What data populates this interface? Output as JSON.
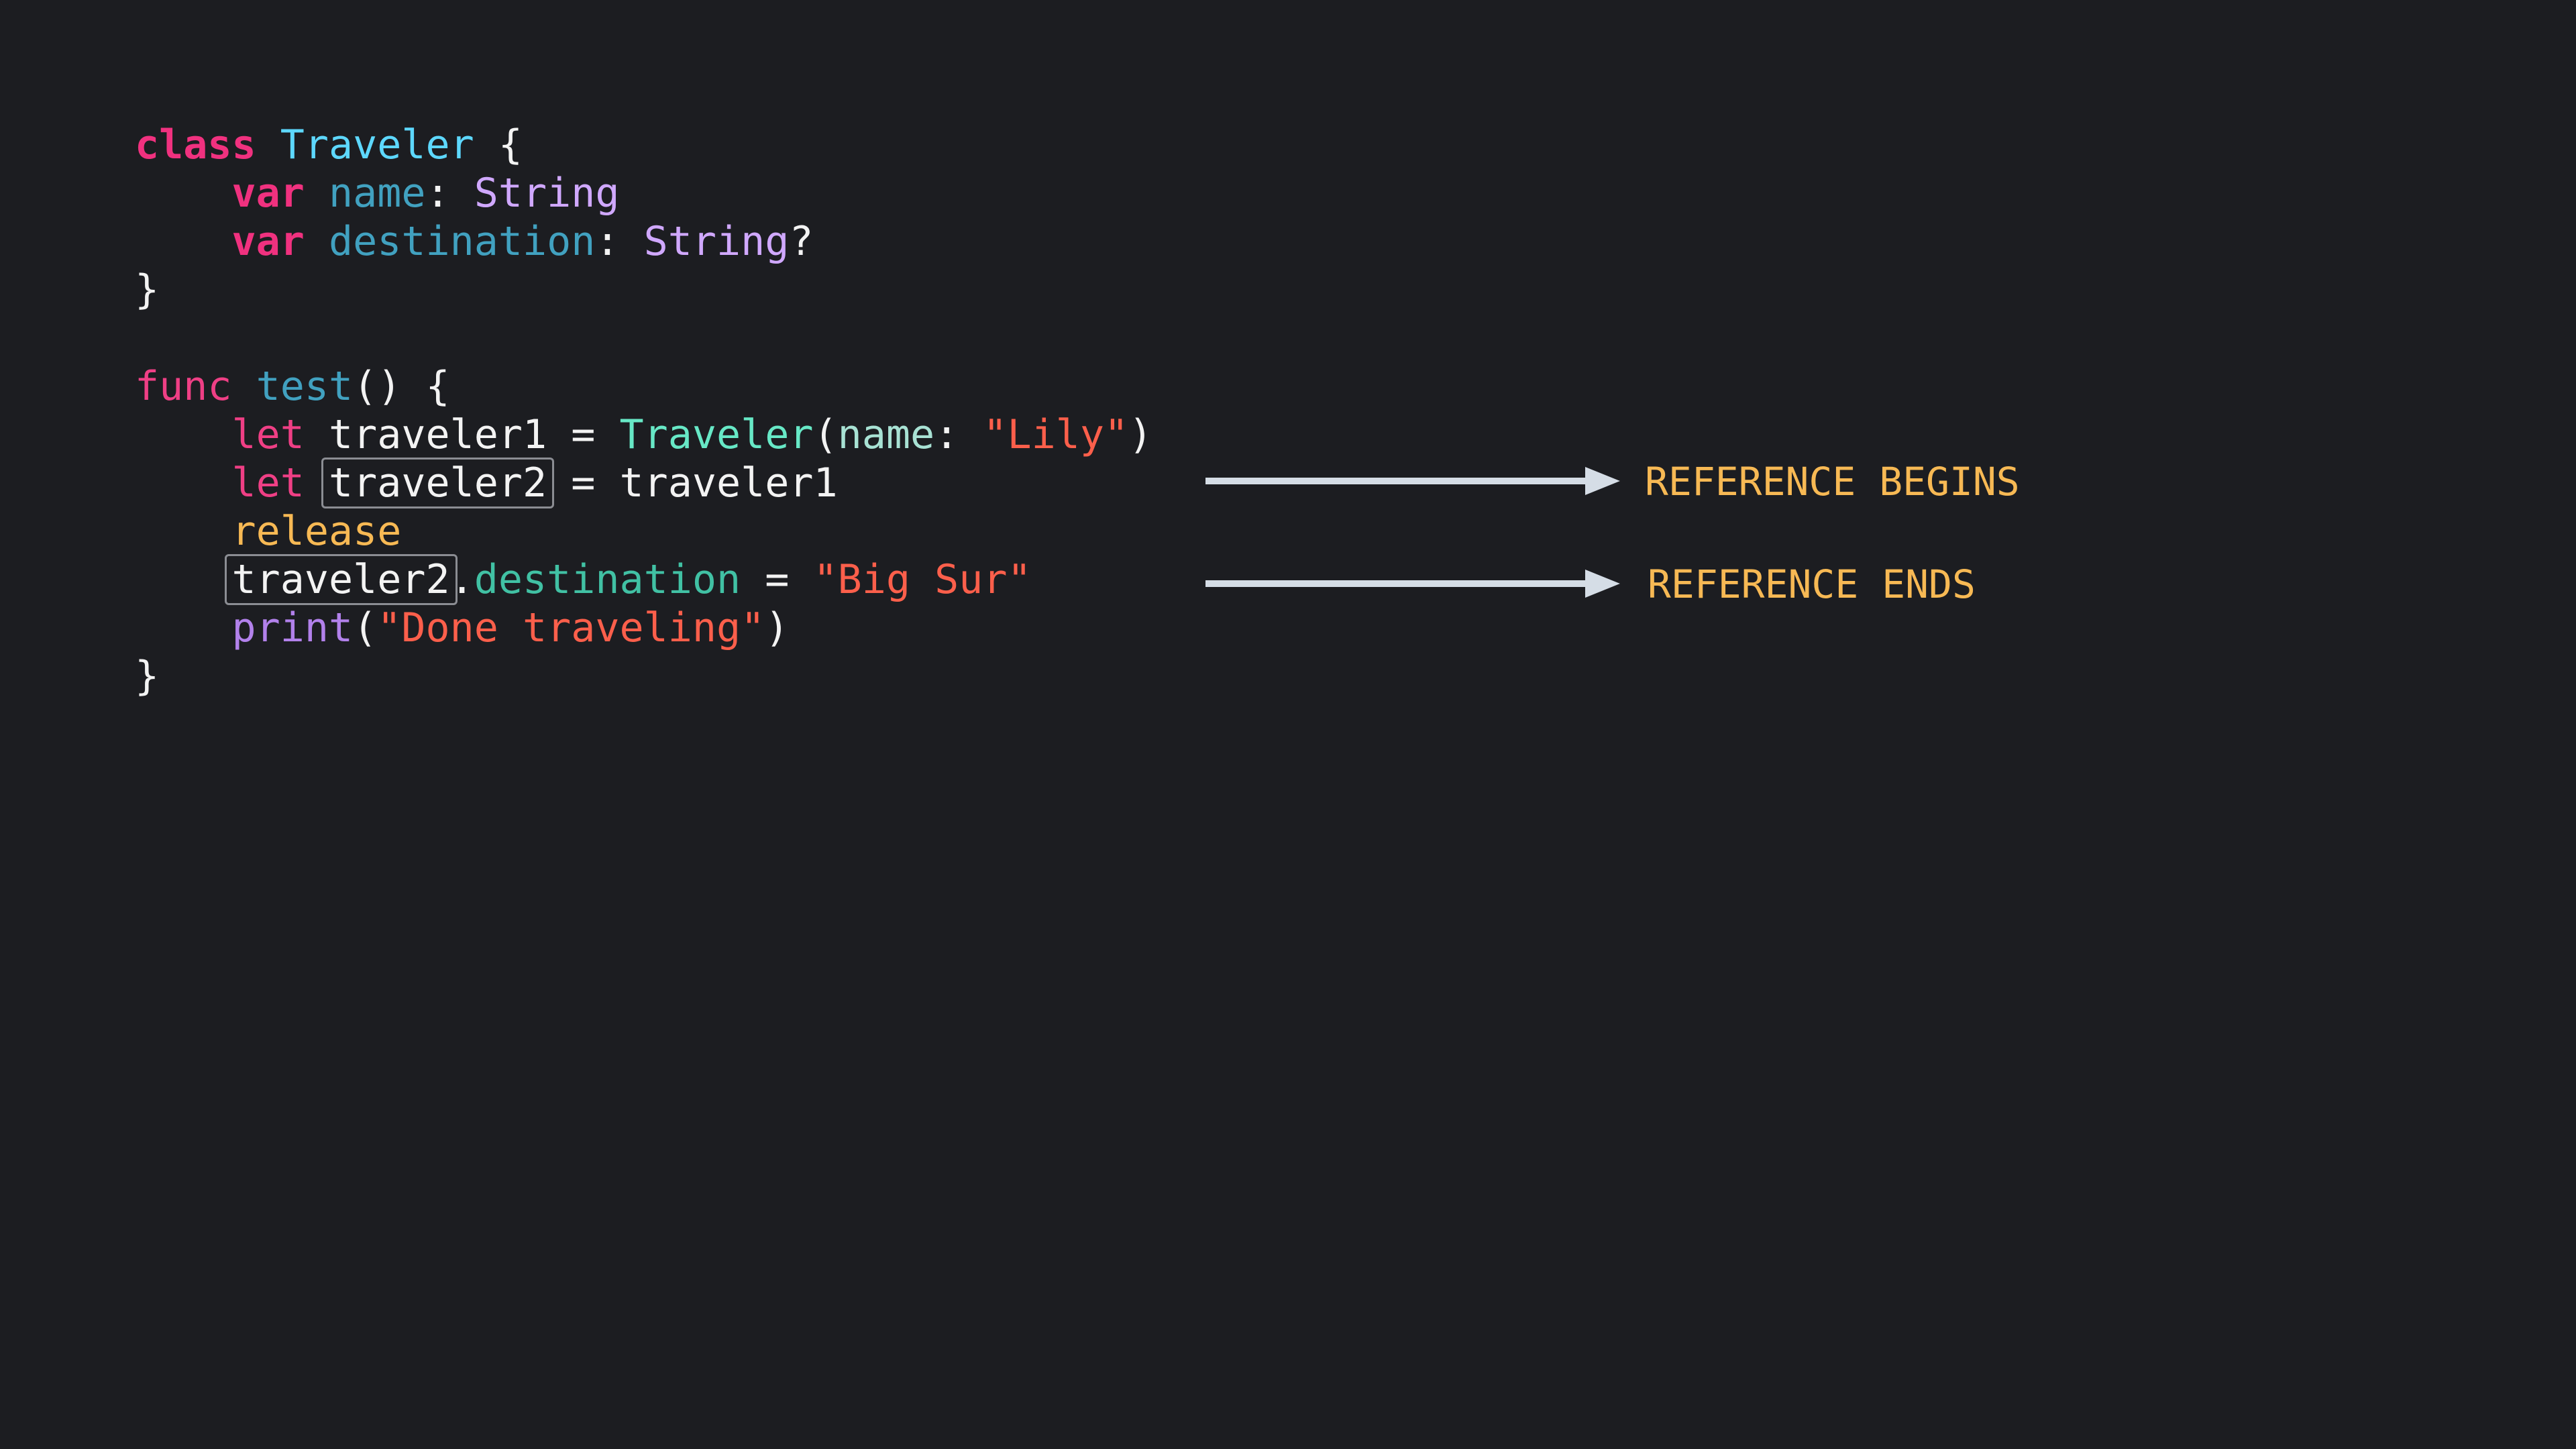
{
  "code": {
    "class_line": {
      "keyword": "class",
      "name": "Traveler",
      "brace": "{"
    },
    "prop_name_line": {
      "keyword": "var",
      "name": "name",
      "colon": ":",
      "type": "String"
    },
    "prop_dest_line": {
      "keyword": "var",
      "name": "destination",
      "colon": ":",
      "type": "String",
      "optional": "?"
    },
    "class_close": "}",
    "func_line": {
      "keyword": "func",
      "name": "test",
      "rest": "() {"
    },
    "let1_line": {
      "keyword": "let",
      "var": "traveler1",
      "equals": "=",
      "ctor": "Traveler",
      "open": "(",
      "param": "name",
      "colon": ":",
      "string": "\"Lily\"",
      "close": ")"
    },
    "let2_line": {
      "keyword": "let",
      "var": "traveler2",
      "equals": "=",
      "value": "traveler1"
    },
    "release_line": "release",
    "assign_line": {
      "var": "traveler2",
      "dot": ".",
      "member": "destination",
      "equals": "=",
      "string": "\"Big Sur\""
    },
    "print_line": {
      "fn": "print",
      "open": "(",
      "string": "\"Done traveling\"",
      "close": ")"
    },
    "func_close": "}"
  },
  "annotations": {
    "begins": "REFERENCE BEGINS",
    "ends": "REFERENCE ENDS"
  },
  "colors": {
    "background": "#1c1d21",
    "keyword": "#ef3f85",
    "annotation": "#f7b954",
    "arrow": "#d5dde6",
    "string": "#fc5f4b"
  }
}
